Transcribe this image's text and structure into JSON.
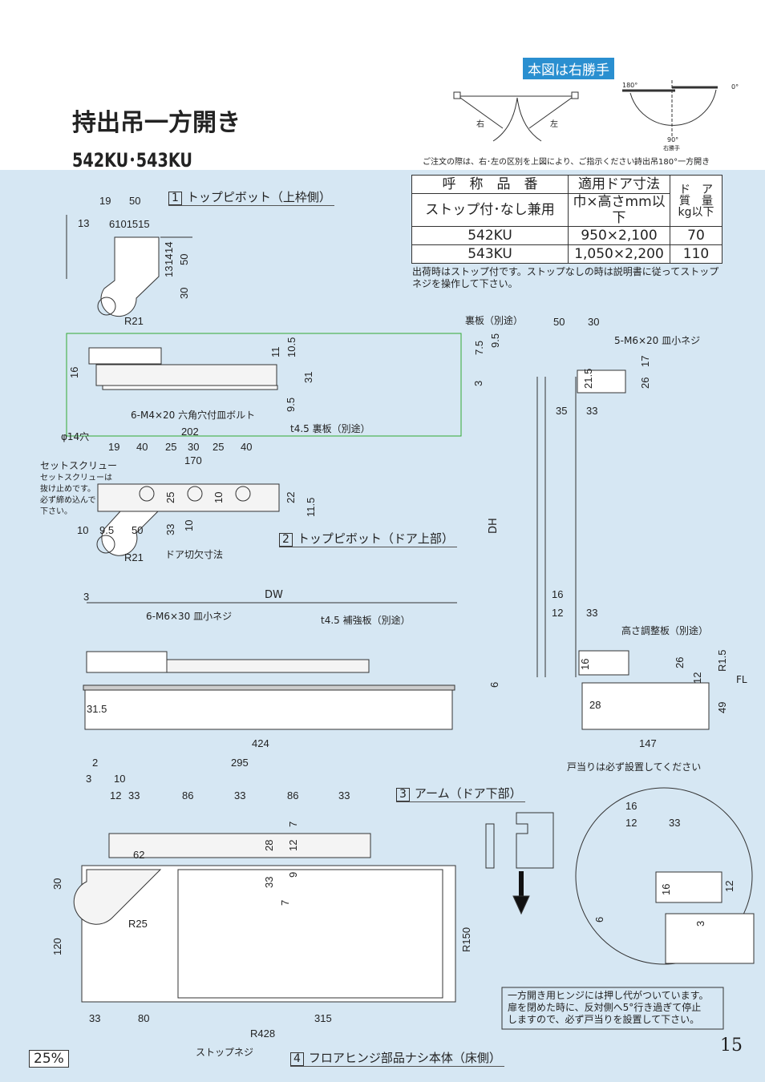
{
  "header": {
    "title": "持出吊一方開き",
    "models": "542KU･543KU",
    "badge": "本図は右勝手",
    "badge_color": "#2a8fd0",
    "diagram_right": "右",
    "diagram_left": "左",
    "order_note": "ご注文の際は、右･左の区別を上図により、ご指示ください。",
    "deg180": "180°",
    "deg0": "0°",
    "deg90": "90°",
    "right_hand": "右勝手",
    "swing_caption": "持出吊180°一方開き"
  },
  "spec_table": {
    "headers": [
      [
        "呼　称　品　番",
        "適用ドア寸法",
        "ド　ア"
      ],
      [
        "ストップ付･なし兼用",
        "巾×高さmm以下",
        "質　量"
      ],
      [
        "",
        "",
        "kg以下"
      ]
    ],
    "rows": [
      [
        "542KU",
        "950×2,100",
        "70"
      ],
      [
        "543KU",
        "1,050×2,200",
        "110"
      ]
    ],
    "note": "出荷時はストップ付です。ストップなしの時は説明書に従ってストップネジを操作して下さい。"
  },
  "parts": [
    {
      "num": "1",
      "label": "トップピボット（上枠側）"
    },
    {
      "num": "2",
      "label": "トップピボット（ドア上部）"
    },
    {
      "num": "3",
      "label": "アーム（ドア下部）"
    },
    {
      "num": "4",
      "label": "フロアヒンジ部品ナシ本体（床側）"
    }
  ],
  "callouts": {
    "bolt": "6-M4×20 六角穴付皿ボルト",
    "backplate_t": "t4.5 裏板（別途）",
    "hole": "φ14穴",
    "setscrew": "セットスクリュー",
    "setscrew_note": [
      "セットスクリューは",
      "抜け止めです。",
      "必ず締め込んで",
      "下さい。"
    ],
    "door_cut": "ドア切欠寸法",
    "screw6": "6-M6×30 皿小ネジ",
    "reinforce": "t4.5 補強板（別途）",
    "backplate": "裏板（別途）",
    "screw5": "5-M6×20 皿小ネジ",
    "height_plate": "高さ調整板（別途）",
    "fl": "FL",
    "dh": "DH",
    "dw": "DW",
    "stop_screw": "ストップネジ",
    "doorstop": "戸当りは必ず設置してください",
    "warning": [
      "一方開き用ヒンジには押し代がついています。",
      "扉を閉めた時に、反対側へ5°行き過ぎて停止",
      "しますので、必ず戸当りを設置して下さい。"
    ]
  },
  "dims": [
    "19",
    "50",
    "13",
    "6101515",
    "13",
    "14",
    "14",
    "50",
    "30",
    "R21",
    "11",
    "10.5",
    "16",
    "31",
    "9.5",
    "202",
    "19",
    "40",
    "25",
    "30",
    "25",
    "40",
    "170",
    "25",
    "10",
    "22",
    "11.5",
    "10",
    "9.5",
    "50",
    "33",
    "10",
    "R21",
    "3",
    "50",
    "30",
    "7.5",
    "9.5",
    "3",
    "21.5",
    "17",
    "26",
    "35",
    "33",
    "16",
    "12",
    "33",
    "16",
    "26",
    "12",
    "R1.5",
    "6",
    "28",
    "49",
    "147",
    "31.5",
    "424",
    "2",
    "295",
    "3",
    "10",
    "12",
    "33",
    "86",
    "33",
    "86",
    "33",
    "7",
    "28",
    "12",
    "62",
    "9",
    "33",
    "7",
    "30",
    "120",
    "R25",
    "R150",
    "33",
    "80",
    "315",
    "R428",
    "16",
    "12",
    "33",
    "16",
    "12",
    "6",
    "3"
  ],
  "footer": {
    "scale": "25%",
    "page": "15"
  }
}
